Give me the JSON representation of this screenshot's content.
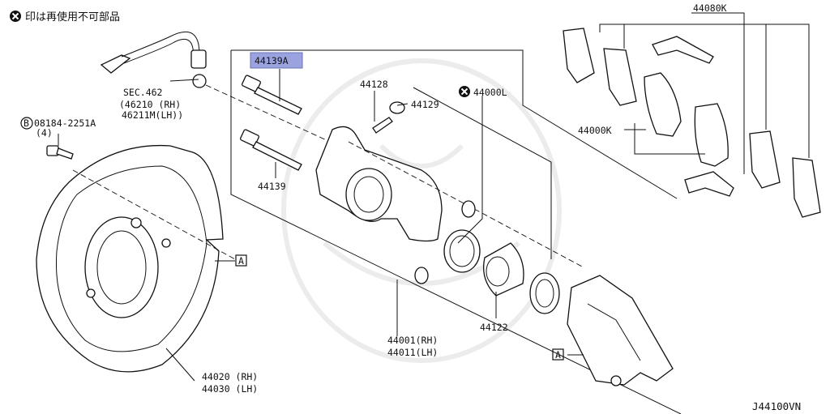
{
  "legend": {
    "text": "印は再使用不可部品"
  },
  "diagram_code": "J44100VN",
  "labels": {
    "p44080k": "44080K",
    "p44139a": "44139A",
    "p44128": "44128",
    "p44129": "44129",
    "p44000l": "44000L",
    "sec": "SEC.462",
    "sec_rh": "(46210 (RH)",
    "sec_lh": "46211M(LH))",
    "bolt": "08184-2251A",
    "bolt_qty": "(4)",
    "bolt_circle": "B",
    "p44000k": "44000K",
    "p44139": "44139",
    "ref_a_upper": "A",
    "ref_a_lower": "A",
    "p44001": "44001(RH)",
    "p44011": "44011(LH)",
    "p44122": "44122",
    "p44020": "44020 (RH)",
    "p44030": "44030 (LH)"
  },
  "highlight_color": "#9aa3e0"
}
